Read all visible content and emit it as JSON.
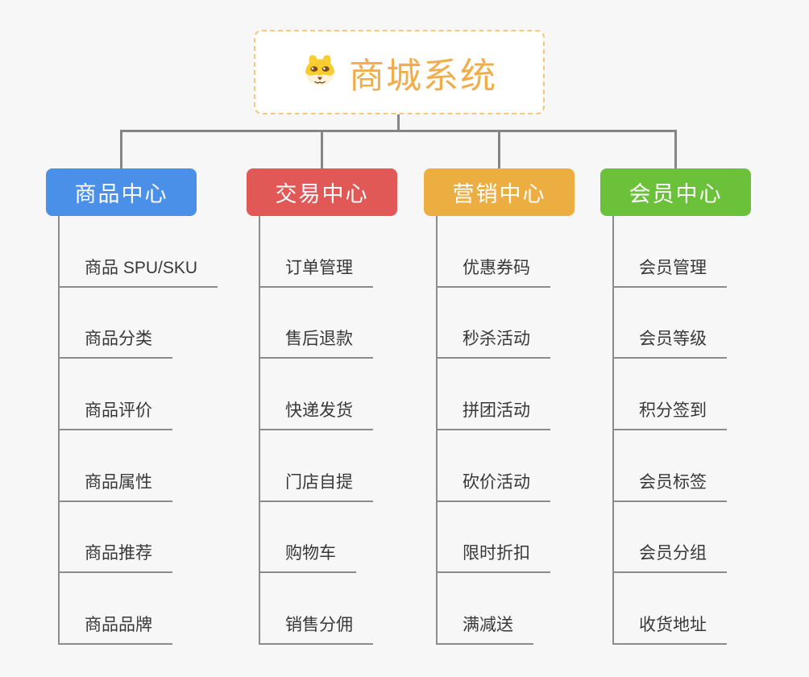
{
  "root": {
    "title": "商城系统",
    "icon": "dog-face-icon",
    "title_color": "#F0AD4A",
    "border_color": "#F5C87E"
  },
  "connector_color": "#858585",
  "branches": [
    {
      "label": "商品中心",
      "color": "#4A8FE8",
      "children": [
        "商品 SPU/SKU",
        "商品分类",
        "商品评价",
        "商品属性",
        "商品推荐",
        "商品品牌"
      ]
    },
    {
      "label": "交易中心",
      "color": "#E15956",
      "children": [
        "订单管理",
        "售后退款",
        "快递发货",
        "门店自提",
        "购物车",
        "销售分佣"
      ]
    },
    {
      "label": "营销中心",
      "color": "#EDAE41",
      "children": [
        "优惠券码",
        "秒杀活动",
        "拼团活动",
        "砍价活动",
        "限时折扣",
        "满减送"
      ]
    },
    {
      "label": "会员中心",
      "color": "#6CC13B",
      "children": [
        "会员管理",
        "会员等级",
        "积分签到",
        "会员标签",
        "会员分组",
        "收货地址"
      ]
    }
  ]
}
